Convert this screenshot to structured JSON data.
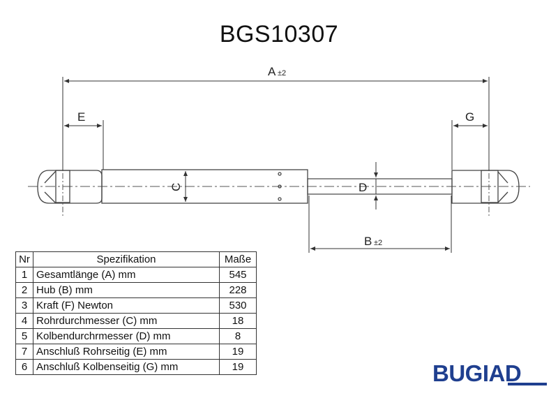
{
  "title": "BGS10307",
  "dimensions": {
    "A": "A",
    "B": "B",
    "C": "C",
    "D": "D",
    "E": "E",
    "G": "G",
    "tolerance": "±2"
  },
  "table": {
    "headers": {
      "nr": "Nr",
      "spec": "Spezifikation",
      "value": "Maße"
    },
    "rows": [
      {
        "nr": "1",
        "spec": "Gesamtlänge (A) mm",
        "value": "545"
      },
      {
        "nr": "2",
        "spec": "Hub (B)  mm",
        "value": "228"
      },
      {
        "nr": "3",
        "spec": "Kraft (F) Newton",
        "value": "530"
      },
      {
        "nr": "4",
        "spec": "Rohrdurchmesser (C) mm",
        "value": "18"
      },
      {
        "nr": "5",
        "spec": "Kolbendurchrmesser (D) mm",
        "value": "8"
      },
      {
        "nr": "7",
        "spec": "Anschluß Rohrseitig (E) mm",
        "value": "19"
      },
      {
        "nr": "6",
        "spec": "Anschluß Kolbenseitig (G) mm",
        "value": "19"
      }
    ]
  },
  "logo": {
    "text": "BUGIAD"
  },
  "colors": {
    "line": "#333333",
    "logo": "#1f3f8f"
  }
}
